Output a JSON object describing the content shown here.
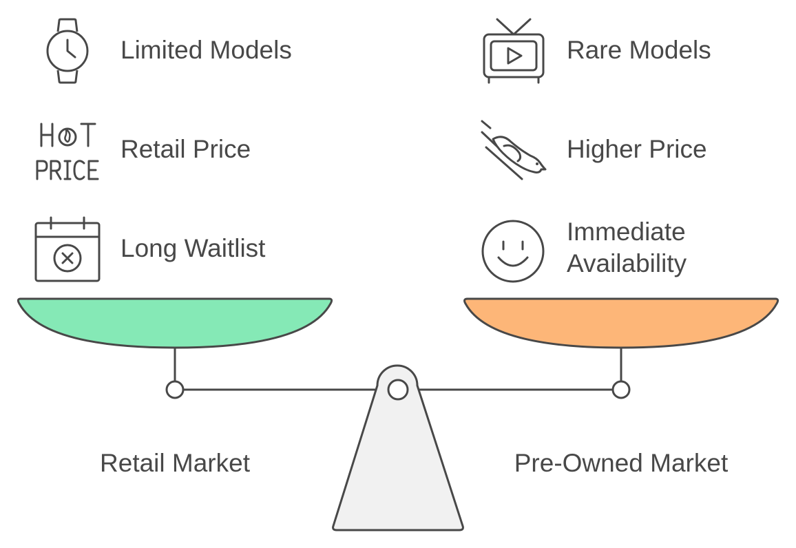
{
  "left_side": {
    "market_label": "Retail Market",
    "pan_color": "#85E9B6",
    "items": [
      {
        "icon": "watch-icon",
        "label": "Limited Models"
      },
      {
        "icon": "hot-price-icon",
        "label": "Retail Price",
        "icon_text_top": "HOT",
        "icon_text_bottom": "PRICE"
      },
      {
        "icon": "calendar-cancel-icon",
        "label": "Long Waitlist"
      }
    ]
  },
  "right_side": {
    "market_label": "Pre-Owned Market",
    "pan_color": "#FDB678",
    "items": [
      {
        "icon": "television-play-icon",
        "label": "Rare Models"
      },
      {
        "icon": "diving-bird-icon",
        "label": "Higher Price"
      },
      {
        "icon": "smiley-face-icon",
        "label_line1": "Immediate",
        "label_line2": "Availability"
      }
    ]
  },
  "colors": {
    "stroke": "#484848",
    "fulcrum_fill": "#F1F1F1",
    "text": "#484848"
  }
}
